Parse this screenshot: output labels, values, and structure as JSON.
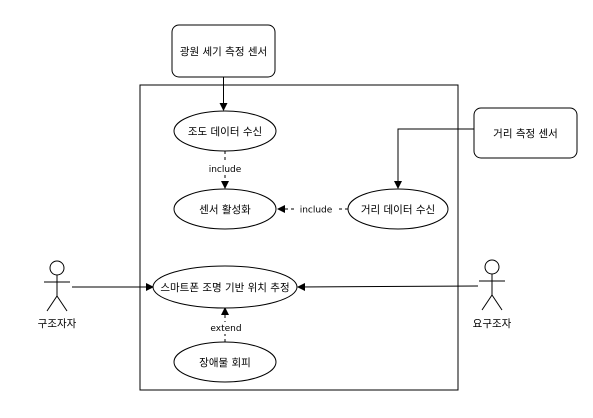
{
  "system_boundary": {
    "label": ""
  },
  "sensors": {
    "light": "광원 세기 측정 센서",
    "distance": "거리 측정 센서"
  },
  "use_cases": {
    "illuminance": "조도 데이터 수신",
    "activate": "센서 활성화",
    "distance": "거리 데이터 수신",
    "location": "스마트폰 조명 기반 위치 추정",
    "obstacle": "장애물 회피"
  },
  "relations": {
    "include1": "include",
    "include2": "include",
    "extend": "extend"
  },
  "actors": {
    "rescuer": "구조자자",
    "requester": "요구조자"
  },
  "colors": {
    "stroke": "#000000",
    "fill": "#ffffff"
  }
}
